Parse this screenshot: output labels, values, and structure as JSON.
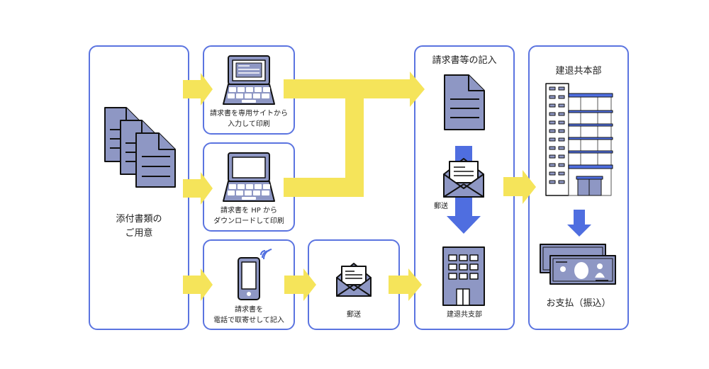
{
  "colors": {
    "box_border": "#5b74e0",
    "arrow_yellow": "#f5e45a",
    "arrow_blue": "#4f6ee0",
    "icon_fill": "#8e97c4",
    "icon_stroke": "#111111"
  },
  "steps": {
    "prepare_docs": {
      "label": "添付書類の\nご用意",
      "icon": "documents-stack-icon"
    },
    "site_input": {
      "label": "請求書を専用サイトから\n入力して印刷",
      "icon": "laptop-form-icon"
    },
    "hp_download": {
      "label": "請求書を HP から\nダウンロードして印刷",
      "icon": "laptop-icon"
    },
    "phone_request": {
      "label": "請求書を\n電話で取寄せして記入",
      "icon": "smartphone-icon"
    },
    "mail": {
      "label": "郵送",
      "icon": "envelope-icon"
    },
    "fill_in": {
      "title": "請求書等の記入",
      "mail_label": "郵送",
      "branch_label": "建退共支部",
      "icons": [
        "document-icon",
        "envelope-icon",
        "office-building-icon"
      ]
    },
    "head_office": {
      "title": "建退共本部",
      "payment_label": "お支払（振込）",
      "icons": [
        "headquarters-building-icon",
        "banknotes-icon"
      ]
    }
  }
}
